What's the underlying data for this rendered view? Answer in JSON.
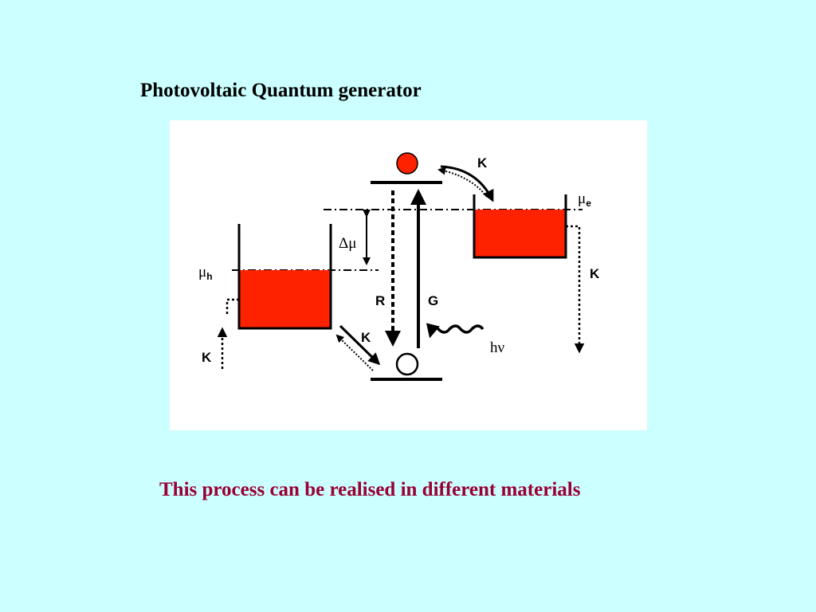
{
  "slide": {
    "title": "Photovoltaic Quantum generator",
    "caption": "This process can be realised in different materials"
  },
  "diagram": {
    "labels": {
      "mu_e_symbol": "μ",
      "mu_e_sub": "e",
      "mu_h_symbol": "μ",
      "mu_h_sub": "h",
      "delta_mu": "Δμ",
      "recombination": "R",
      "generation": "G",
      "photon": "hν",
      "k_top": "K",
      "k_right": "K",
      "k_middle": "K",
      "k_left": "K"
    }
  },
  "colors": {
    "background": "#ccffff",
    "panel": "#ffffff",
    "fill": "#ff2200",
    "ink": "#000000",
    "caption": "#990033"
  }
}
